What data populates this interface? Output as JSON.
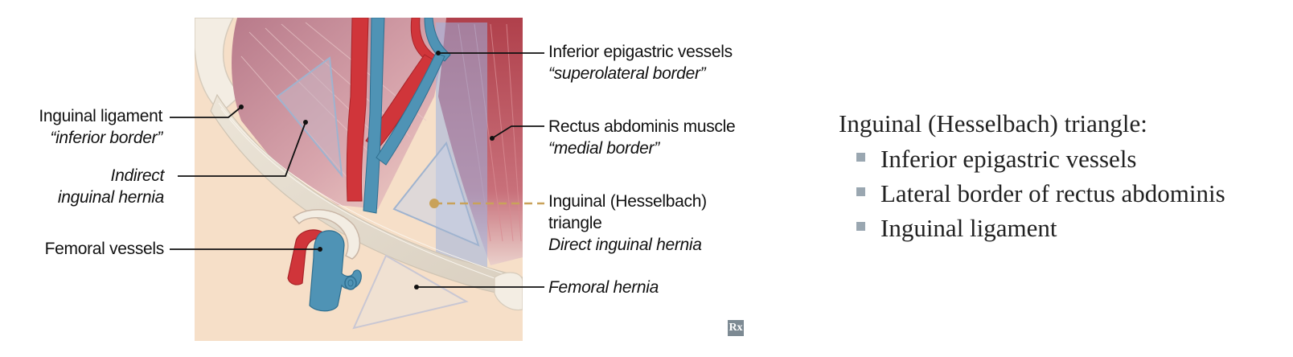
{
  "figure": {
    "labels": {
      "inferior_epigastric": {
        "line1": "Inferior epigastric vessels",
        "line2": "“superolateral border”"
      },
      "inguinal_ligament": {
        "line1": "Inguinal ligament",
        "line2": "“inferior border”"
      },
      "rectus_abdominis": {
        "line1": "Rectus abdominis muscle",
        "line2": "“medial border”"
      },
      "indirect_hernia": {
        "line1": "Indirect",
        "line2": "inguinal hernia"
      },
      "hesselbach": {
        "line1": "Inguinal (Hesselbach)",
        "line2": "triangle",
        "line3": "Direct inguinal hernia"
      },
      "femoral_vessels": {
        "line1": "Femoral vessels"
      },
      "femoral_hernia": {
        "line1": "Femoral hernia"
      }
    },
    "logo_text": "Rx",
    "colors": {
      "background_panel": "#f6dfc8",
      "muscle": "#c98590",
      "rectus": "#b8454f",
      "artery": "#d0353a",
      "vein": "#4f93b5",
      "triangle_highlight": "#9db2e0",
      "dashed_leader": "#c9a25a"
    }
  },
  "summary": {
    "heading": "Inguinal (Hesselbach) triangle:",
    "items": [
      "Inferior epigastric vessels",
      "Lateral border of rectus abdominis",
      "Inguinal ligament"
    ]
  }
}
